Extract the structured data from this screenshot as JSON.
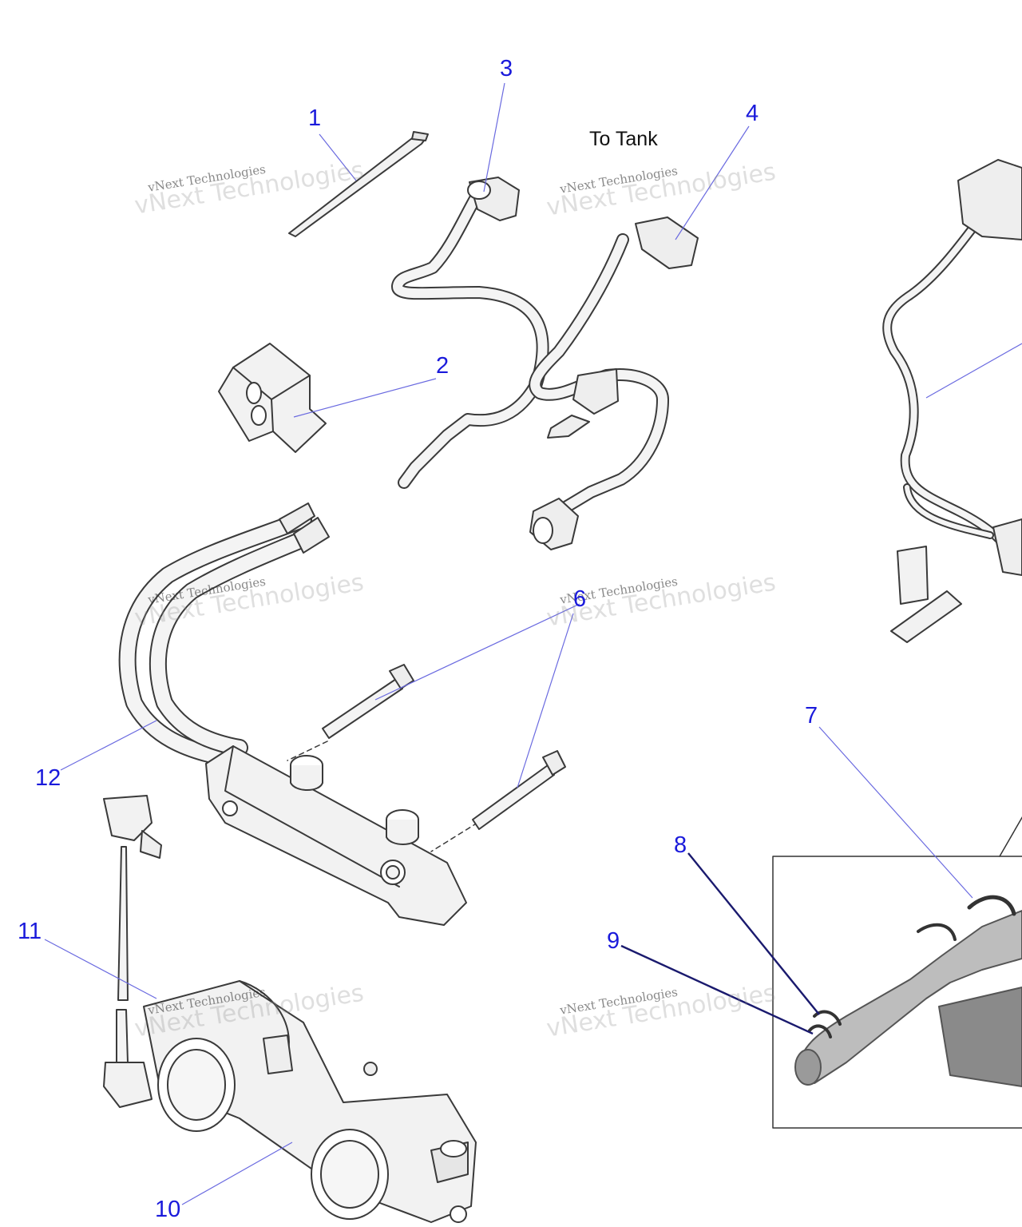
{
  "diagram": {
    "note": "To Tank",
    "watermark": "vNext Technologies",
    "callouts": [
      {
        "id": "1",
        "label": "1"
      },
      {
        "id": "2",
        "label": "2"
      },
      {
        "id": "3",
        "label": "3"
      },
      {
        "id": "4",
        "label": "4"
      },
      {
        "id": "6",
        "label": "6"
      },
      {
        "id": "7",
        "label": "7"
      },
      {
        "id": "8",
        "label": "8"
      },
      {
        "id": "9",
        "label": "9"
      },
      {
        "id": "10",
        "label": "10"
      },
      {
        "id": "11",
        "label": "11"
      },
      {
        "id": "12",
        "label": "12"
      }
    ],
    "colors": {
      "callout_text": "#1a1adb",
      "leader_line": "#6a6ae0",
      "leader_dark": "#1a1a6e",
      "part_outline": "#3a3a3a",
      "part_fill": "#f2f2f2"
    }
  }
}
